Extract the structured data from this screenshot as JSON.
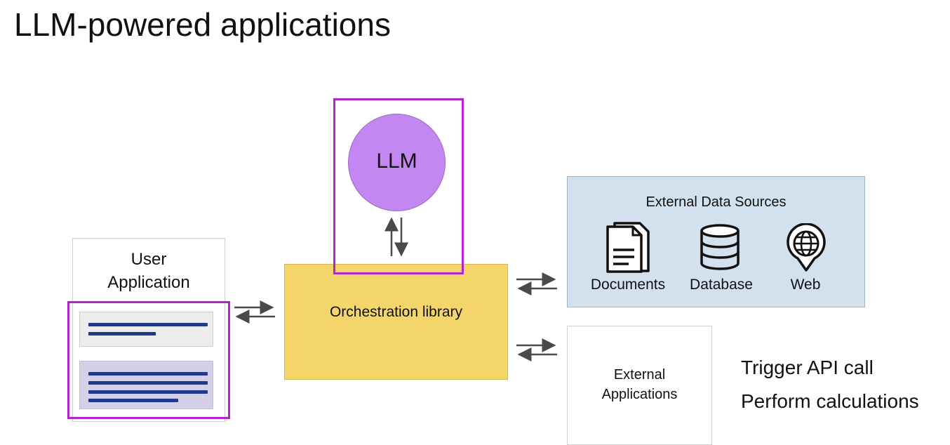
{
  "title": "LLM-powered applications",
  "user_app": {
    "label": "User\nApplication"
  },
  "llm": {
    "label": "LLM"
  },
  "orchestration": {
    "label": "Orchestration library"
  },
  "external_data": {
    "title": "External Data Sources",
    "sources": [
      {
        "label": "Documents",
        "icon": "documents-icon"
      },
      {
        "label": "Database",
        "icon": "database-icon"
      },
      {
        "label": "Web",
        "icon": "web-icon"
      }
    ]
  },
  "external_apps": {
    "label": "External\nApplications"
  },
  "actions": [
    "Trigger API call",
    "Perform calculations"
  ],
  "colors": {
    "highlight": "#b026c9",
    "llm": "#c287f0",
    "orchestration": "#f4d56a",
    "external_data": "#d3e0ee",
    "text_lines": "#1f3a8a"
  }
}
